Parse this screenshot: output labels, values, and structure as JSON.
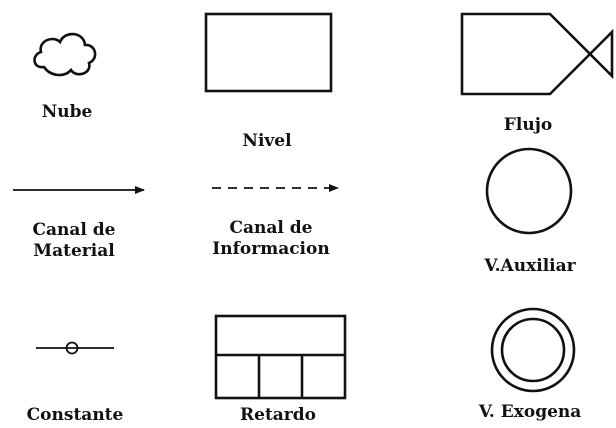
{
  "legend": {
    "items": [
      {
        "id": "nube",
        "lines": [
          "Nube"
        ],
        "icon": "cloud-icon"
      },
      {
        "id": "nivel",
        "lines": [
          "Nivel"
        ],
        "icon": "rectangle-icon"
      },
      {
        "id": "flujo",
        "lines": [
          "Flujo"
        ],
        "icon": "flow-valve-icon"
      },
      {
        "id": "canal-material",
        "lines": [
          "Canal de",
          "Material"
        ],
        "icon": "solid-arrow-icon"
      },
      {
        "id": "canal-informacion",
        "lines": [
          "Canal de",
          "Informacion"
        ],
        "icon": "dashed-arrow-icon"
      },
      {
        "id": "v-auxiliar",
        "lines": [
          "V.Auxiliar"
        ],
        "icon": "circle-icon"
      },
      {
        "id": "constante",
        "lines": [
          "Constante"
        ],
        "icon": "constant-icon"
      },
      {
        "id": "retardo",
        "lines": [
          "Retardo"
        ],
        "icon": "delay-box-icon"
      },
      {
        "id": "v-exogena",
        "lines": [
          "V. Exogena"
        ],
        "icon": "double-circle-icon"
      }
    ],
    "stroke_color": "#111111"
  }
}
